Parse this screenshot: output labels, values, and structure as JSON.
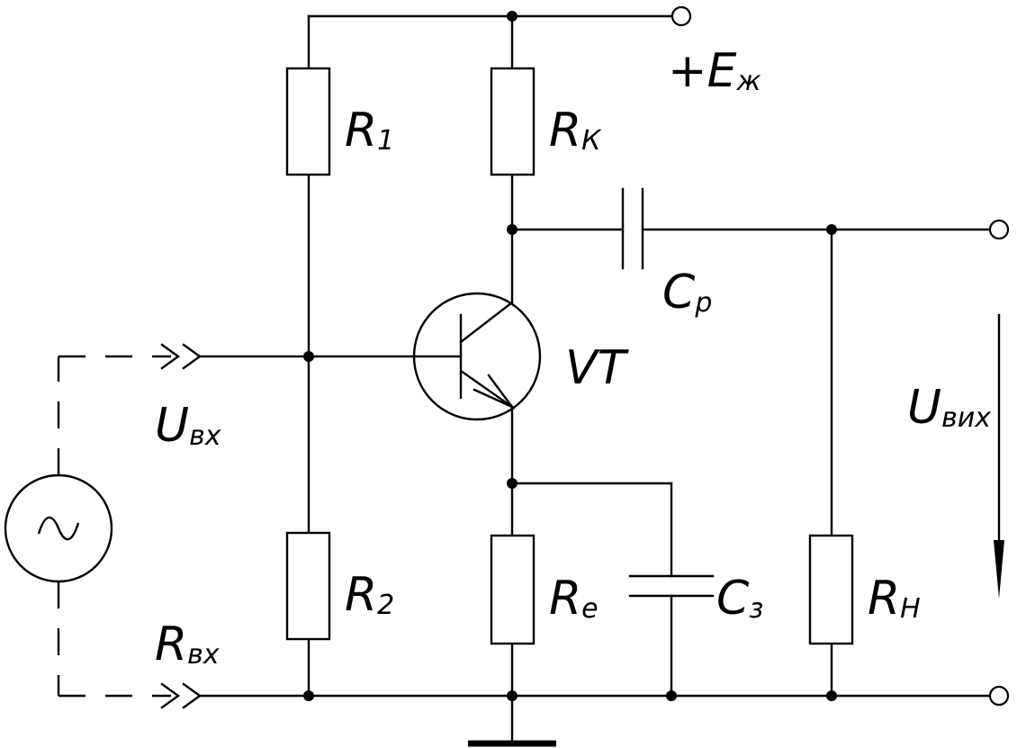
{
  "labels": {
    "r1": {
      "main": "R",
      "sub": "1"
    },
    "rk": {
      "main": "R",
      "sub": "К"
    },
    "r2": {
      "main": "R",
      "sub": "2"
    },
    "re": {
      "main": "R",
      "sub": "е"
    },
    "rh": {
      "main": "R",
      "sub": "Н"
    },
    "cp": {
      "main": "C",
      "sub": "р"
    },
    "c3": {
      "main": "C",
      "sub": "з"
    },
    "vt": {
      "main": "VT"
    },
    "supply": {
      "main": "+E",
      "sub": "ж"
    },
    "uin": {
      "main": "U",
      "sub": "вх"
    },
    "uout": {
      "main": "U",
      "sub": "вих"
    },
    "rin": {
      "main": "R",
      "sub": "вх"
    }
  }
}
